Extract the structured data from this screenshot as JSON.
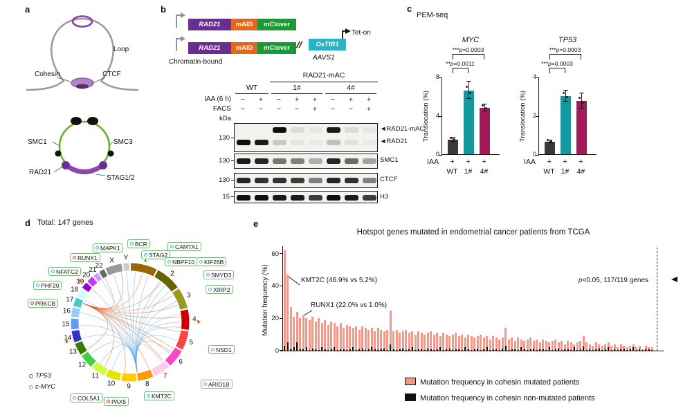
{
  "panels": {
    "a": {
      "label": "a",
      "labels": {
        "loop": "Loop",
        "cohesin": "Cohesin",
        "ctcf": "CTCF",
        "smc1": "SMC1",
        "smc3": "SMC3",
        "rad21": "RAD21",
        "stag": "STAG1/2"
      }
    },
    "b": {
      "label": "b",
      "construct": {
        "rad21": "RAD21",
        "maid": "mAID",
        "mclover": "mClover",
        "chromatin_bound": "Chromatin-bound",
        "break": "//",
        "teton": "Tet-on",
        "ostir1": "OsTIR1",
        "aavs1": "AAVS1"
      },
      "blot": {
        "header": "RAD21-mAC",
        "groups": [
          {
            "name": "WT",
            "lanes": 2
          },
          {
            "name": "1#",
            "lanes": 3
          },
          {
            "name": "4#",
            "lanes": 3
          }
        ],
        "iaa_label": "IAA (6 h)",
        "iaa_signs": [
          "−",
          "+",
          "−",
          "+",
          "+",
          "−",
          "+",
          "+"
        ],
        "facs_label": "FACS",
        "facs_signs": [
          "−",
          "−",
          "−",
          "−",
          "+",
          "−",
          "−",
          "+"
        ],
        "kda_label": "kDa",
        "strips": [
          {
            "marker": "130",
            "height": 42,
            "rows": [
              {
                "label": "◄RAD21-mAC",
                "offset": 5,
                "bands": [
                  0,
                  0,
                  1,
                  0.1,
                  0.05,
                  0.95,
                  0.1,
                  0.05
                ]
              },
              {
                "label": "◄RAD21",
                "offset": 23,
                "bands": [
                  1,
                  0.95,
                  0.18,
                  0.06,
                  0.04,
                  0.22,
                  0.07,
                  0.04
                ]
              }
            ]
          },
          {
            "marker": "130",
            "height": 22,
            "rows": [
              {
                "label": "SMC1",
                "offset": 6,
                "bands": [
                  0.95,
                  0.9,
                  0.55,
                  0.5,
                  0.3,
                  0.9,
                  0.6,
                  0.35
                ]
              }
            ]
          },
          {
            "marker": "130",
            "height": 22,
            "rows": [
              {
                "label": "CTCF",
                "offset": 6,
                "bands": [
                  0.9,
                  0.85,
                  0.85,
                  0.8,
                  0.5,
                  0.9,
                  0.85,
                  0.5
                ]
              }
            ]
          },
          {
            "marker": "15",
            "height": 18,
            "rows": [
              {
                "label": "H3",
                "offset": 5,
                "bands": [
                  1,
                  1,
                  0.95,
                  0.95,
                  0.8,
                  1,
                  0.95,
                  0.8
                ]
              }
            ]
          }
        ]
      }
    },
    "c": {
      "label": "c",
      "title": "PEM-seq",
      "ylabel": "Translocation (%)",
      "iaa_label": "IAA",
      "chart_data": [
        {
          "type": "bar",
          "gene": "MYC",
          "categories": [
            "WT",
            "1#",
            "4#"
          ],
          "values": [
            1.5,
            6.6,
            4.8
          ],
          "errors": [
            0.2,
            0.9,
            0.35
          ],
          "colors": [
            "#3a3a3a",
            "#149a9e",
            "#a21a5a"
          ],
          "ymax": 8,
          "yticks": [
            0,
            4,
            8
          ],
          "iaa_signs": [
            "+",
            "+",
            "+"
          ],
          "significance": [
            {
              "pair": [
                "WT",
                "4#"
              ],
              "stars": "***",
              "pval": "0.0003"
            },
            {
              "pair": [
                "WT",
                "1#"
              ],
              "stars": "**",
              "pval": "0.0011"
            }
          ]
        },
        {
          "type": "bar",
          "gene": "TP53",
          "categories": [
            "WT",
            "1#",
            "4#"
          ],
          "values": [
            0.65,
            3.0,
            2.75
          ],
          "errors": [
            0.07,
            0.3,
            0.4
          ],
          "colors": [
            "#3a3a3a",
            "#149a9e",
            "#a21a5a"
          ],
          "ymax": 4,
          "yticks": [
            0,
            2,
            4
          ],
          "iaa_signs": [
            "+",
            "+",
            "+"
          ],
          "significance": [
            {
              "pair": [
                "WT",
                "4#"
              ],
              "stars": "***",
              "pval": "0.0003"
            },
            {
              "pair": [
                "WT",
                "1#"
              ],
              "stars": "***",
              "pval": "0.0003"
            }
          ]
        }
      ]
    },
    "d": {
      "label": "d",
      "title": "Total: 147 genes",
      "genes": [
        {
          "name": "MAPK1",
          "marker": "blue"
        },
        {
          "name": "BCR",
          "marker": "blue"
        },
        {
          "name": "RUNX1",
          "marker": "red"
        },
        {
          "name": "STAG2",
          "marker": "blue"
        },
        {
          "name": "CAMTA1",
          "marker": "blue"
        },
        {
          "name": "NBPF10",
          "marker": "blue"
        },
        {
          "name": "NFATC2",
          "marker": "blue"
        },
        {
          "name": "KIF26B",
          "marker": "blue"
        },
        {
          "name": "SMYD3",
          "marker": "blue"
        },
        {
          "name": "PHF20",
          "marker": "blue"
        },
        {
          "name": "XIRP2",
          "marker": "blue"
        },
        {
          "name": "PRKCB",
          "marker": "red"
        },
        {
          "name": "NSD1",
          "marker": "blue"
        },
        {
          "name": "ARID1B",
          "marker": "blue"
        },
        {
          "name": "COL5A1",
          "marker": "blue"
        },
        {
          "name": "PAX5",
          "marker": "red"
        },
        {
          "name": "KMT2C",
          "marker": "blue"
        }
      ],
      "legend": [
        {
          "label": "TP53",
          "color": "#e03131"
        },
        {
          "label": "c-MYC",
          "color": "#4dabf7"
        }
      ],
      "chromosomes": [
        {
          "name": "1",
          "size": 8.3,
          "color": "#996600"
        },
        {
          "name": "2",
          "size": 8.1,
          "color": "#666600"
        },
        {
          "name": "3",
          "size": 6.6,
          "color": "#99991e"
        },
        {
          "name": "4",
          "size": 6.4,
          "color": "#cc0000"
        },
        {
          "name": "5",
          "size": 6.0,
          "color": "#ff4444"
        },
        {
          "name": "6",
          "size": 5.7,
          "color": "#ff44cc"
        },
        {
          "name": "7",
          "size": 5.3,
          "color": "#ffccee"
        },
        {
          "name": "8",
          "size": 4.9,
          "color": "#ff9900"
        },
        {
          "name": "9",
          "size": 4.7,
          "color": "#ffcc00"
        },
        {
          "name": "10",
          "size": 4.5,
          "color": "#e5e500"
        },
        {
          "name": "11",
          "size": 4.5,
          "color": "#ccff44"
        },
        {
          "name": "12",
          "size": 4.4,
          "color": "#44cc44"
        },
        {
          "name": "13",
          "size": 3.8,
          "color": "#358000"
        },
        {
          "name": "14",
          "size": 3.6,
          "color": "#3333cc"
        },
        {
          "name": "15",
          "size": 3.4,
          "color": "#6699ff"
        },
        {
          "name": "16",
          "size": 3.0,
          "color": "#99ccff"
        },
        {
          "name": "17",
          "size": 2.7,
          "color": "#44cccc"
        },
        {
          "name": "18",
          "size": 2.6,
          "color": "#ccffff"
        },
        {
          "name": "19",
          "size": 2.0,
          "color": "#9900cc"
        },
        {
          "name": "20",
          "size": 2.1,
          "color": "#cc33ff"
        },
        {
          "name": "21",
          "size": 1.6,
          "color": "#cc99ff"
        },
        {
          "name": "22",
          "size": 1.7,
          "color": "#666666"
        },
        {
          "name": "X",
          "size": 5.2,
          "color": "#999999"
        },
        {
          "name": "Y",
          "size": 1.9,
          "color": "#cccccc"
        }
      ],
      "links": {
        "tp53_hub_angle": 292,
        "myc_hub_angle": 172,
        "tp53_targets": [
          14,
          38,
          58,
          70,
          84,
          101,
          121,
          128,
          139,
          158,
          186,
          210,
          238,
          330,
          350
        ],
        "myc_targets": [
          6,
          21,
          36,
          44,
          52,
          66,
          81,
          90,
          96,
          111,
          126,
          141,
          201,
          216,
          231,
          251,
          266,
          281,
          296,
          311,
          326,
          341,
          356
        ]
      }
    },
    "e": {
      "label": "e",
      "chart_data": {
        "type": "bar",
        "title": "Hotspot genes mutated in endometrial cancer patients from TCGA",
        "ylabel": "Mutation frequency (%)",
        "yticks": [
          0,
          20,
          40,
          60
        ],
        "ymax": 65,
        "gene_count": 119,
        "annotations": [
          {
            "text": "KMT2C (46.9% vs 5.2%)",
            "bar_index": 1
          },
          {
            "text": "RUNX1 (22.0% vs 1.0%)",
            "bar_index": 6
          },
          {
            "text": "p<0.05, 117/119 genes"
          }
        ],
        "series": [
          {
            "name": "Mutation frequency in cohesin mutated patients",
            "color": "#f2998b",
            "values": [
              62,
              46.9,
              27,
              21,
              24,
              20,
              22,
              20,
              19,
              21,
              18,
              20,
              17,
              19,
              16,
              18,
              17,
              15,
              17,
              14,
              16,
              15,
              14,
              15,
              13,
              15,
              14,
              13,
              14,
              12,
              14,
              13,
              12,
              13,
              25,
              12,
              13,
              11,
              12,
              13,
              11,
              12,
              10,
              12,
              11,
              10,
              11,
              12,
              10,
              11,
              9,
              11,
              10,
              9,
              10,
              11,
              9,
              10,
              8,
              10,
              9,
              8,
              9,
              10,
              8,
              9,
              7,
              9,
              8,
              7,
              8,
              14,
              7,
              8,
              6,
              8,
              7,
              6,
              7,
              8,
              6,
              7,
              5,
              7,
              6,
              5,
              6,
              7,
              5,
              6,
              4,
              6,
              5,
              4,
              5,
              6,
              9,
              5,
              4,
              3,
              5,
              4,
              3,
              4,
              5,
              3,
              4,
              2,
              4,
              3,
              2,
              3,
              4,
              2,
              3,
              1,
              3,
              2,
              2
            ]
          },
          {
            "name": "Mutation frequency in cohesin non-mutated patients",
            "color": "#111111",
            "values": [
              3,
              5.2,
              1,
              2,
              5,
              1,
              1,
              2,
              0.5,
              1.5,
              1,
              0.5,
              2,
              1,
              0.5,
              1,
              2,
              0.5,
              1,
              1,
              0.5,
              1,
              2,
              0.5,
              1,
              1.5,
              0.5,
              1,
              2,
              1,
              0.5,
              1,
              1.5,
              0.5,
              4,
              1,
              0.5,
              1,
              1.5,
              0.5,
              1,
              2,
              0.5,
              1,
              1,
              0.5,
              1.5,
              1,
              0.5,
              1,
              2,
              0.5,
              1,
              1.5,
              0.5,
              1,
              1,
              0.5,
              2,
              1,
              0.5,
              1,
              1.5,
              0.5,
              1,
              2,
              0.5,
              1,
              1,
              0.5,
              1.5,
              3,
              0.5,
              1,
              1,
              0.5,
              2,
              1,
              0.5,
              1,
              1.5,
              0.5,
              1,
              1,
              0.5,
              2,
              0.5,
              1,
              1.5,
              0.5,
              1,
              1,
              0.5,
              2,
              0.5,
              1,
              2.5,
              0.5,
              1,
              0.5,
              1,
              1.5,
              0.5,
              1,
              2,
              0.5,
              1,
              0.5,
              1,
              1.5,
              0.5,
              1,
              2,
              0.5,
              1,
              0.5,
              1,
              1,
              0.5
            ]
          }
        ]
      }
    }
  }
}
